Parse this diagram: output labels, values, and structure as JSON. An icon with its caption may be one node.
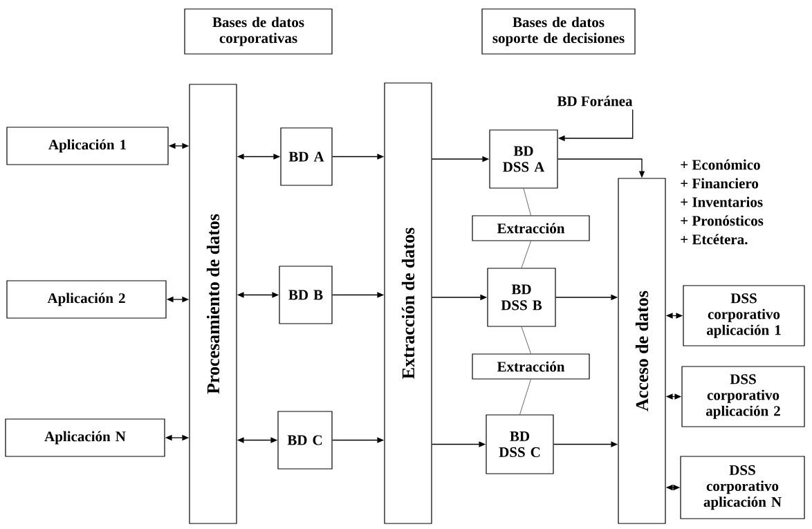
{
  "diagram": {
    "nodes": [
      {
        "text": [
          "Bases de datos corporativas"
        ]
      },
      {
        "text": [
          "Bases de datos soporte de decisiones"
        ]
      },
      {
        "text": [
          "Aplicación 1"
        ]
      },
      {
        "text": [
          "Aplicación 2"
        ]
      },
      {
        "text": [
          "Aplicación N"
        ]
      },
      {
        "text": [
          "Procesamiento de datos"
        ]
      },
      {
        "text": [
          "BD A"
        ]
      },
      {
        "text": [
          "BD B"
        ]
      },
      {
        "text": [
          "BD C"
        ]
      },
      {
        "text": [
          "Extracción de datos"
        ]
      },
      {
        "text": [
          "BD Foránea"
        ]
      },
      {
        "text": [
          "BD DSS A"
        ]
      },
      {
        "text": [
          "Extracción"
        ]
      },
      {
        "text": [
          "BD DSS B"
        ]
      },
      {
        "text": [
          "Extracción"
        ]
      },
      {
        "text": [
          "BD DSS C"
        ]
      },
      {
        "text": [
          "Acceso de datos"
        ]
      },
      {
        "text": [
          "DSS corporativo aplicación 1"
        ]
      },
      {
        "text": [
          "DSS corporativo aplicación 2"
        ]
      },
      {
        "text": [
          "DSS corporativo aplicación N"
        ]
      }
    ],
    "edges": [
      {
        "from": 2,
        "to": 5,
        "arrow": "both"
      },
      {
        "from": 3,
        "to": 5,
        "arrow": "both"
      },
      {
        "from": 4,
        "to": 5,
        "arrow": "both"
      },
      {
        "from": 5,
        "to": 6,
        "arrow": "both"
      },
      {
        "from": 5,
        "to": 7,
        "arrow": "both"
      },
      {
        "from": 5,
        "to": 8,
        "arrow": "both"
      },
      {
        "from": 6,
        "to": 9,
        "arrow": "to"
      },
      {
        "from": 7,
        "to": 9,
        "arrow": "to"
      },
      {
        "from": 8,
        "to": 9,
        "arrow": "to"
      },
      {
        "from": 9,
        "to": 11,
        "arrow": "to"
      },
      {
        "from": 9,
        "to": 13,
        "arrow": "to"
      },
      {
        "from": 9,
        "to": 15,
        "arrow": "to"
      },
      {
        "from": 10,
        "to": 11,
        "arrow": "to"
      },
      {
        "from": 11,
        "to": 16,
        "arrow": "to"
      },
      {
        "from": 13,
        "to": 16,
        "arrow": "to"
      },
      {
        "from": 15,
        "to": 16,
        "arrow": "to"
      },
      {
        "from": 11,
        "to": 12,
        "arrow": "none"
      },
      {
        "from": 12,
        "to": 13,
        "arrow": "none"
      },
      {
        "from": 13,
        "to": 14,
        "arrow": "none"
      },
      {
        "from": 14,
        "to": 15,
        "arrow": "none"
      },
      {
        "from": 16,
        "to": 17,
        "arrow": "both"
      },
      {
        "from": 16,
        "to": 18,
        "arrow": "both"
      },
      {
        "from": 16,
        "to": 19,
        "arrow": "both"
      }
    ],
    "labels": [
      "+ Económico",
      "+ Financiero",
      "+ Inventarios",
      "+ Pronósticos",
      "+ Etcétera."
    ]
  }
}
